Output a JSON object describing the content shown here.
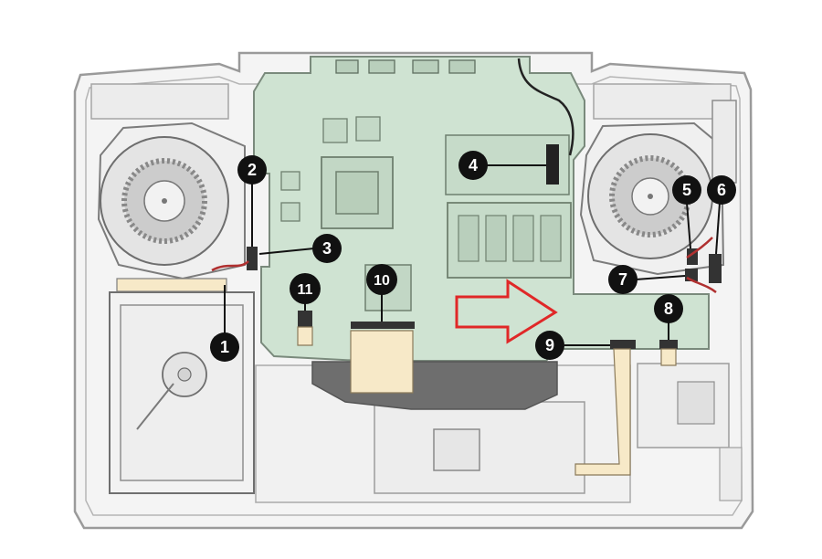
{
  "diagram": {
    "callouts": [
      {
        "id": "1",
        "label": "1"
      },
      {
        "id": "2",
        "label": "2"
      },
      {
        "id": "3",
        "label": "3"
      },
      {
        "id": "4",
        "label": "4"
      },
      {
        "id": "5",
        "label": "5"
      },
      {
        "id": "6",
        "label": "6"
      },
      {
        "id": "7",
        "label": "7"
      },
      {
        "id": "8",
        "label": "8"
      },
      {
        "id": "9",
        "label": "9"
      },
      {
        "id": "10",
        "label": "10"
      },
      {
        "id": "11",
        "label": "11"
      }
    ]
  },
  "colors": {
    "board": "#cfe3d2",
    "board_stroke": "#7a8a7c",
    "chassis_stroke": "#9a9a9a",
    "chassis_fill": "#f4f4f4",
    "ribbon": "#f7e9c8",
    "ribbon_dark": "#6e6e6e",
    "arrow": "#e02828",
    "callout": "#111111",
    "cable_red": "#b03030"
  }
}
